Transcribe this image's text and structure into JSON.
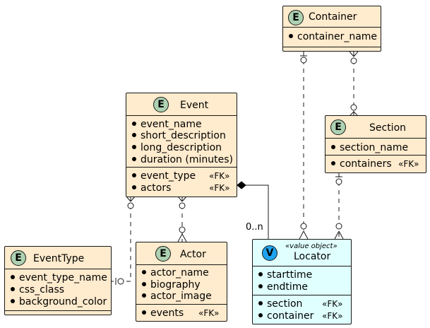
{
  "entities": {
    "container": {
      "badge": "E",
      "title": "Container",
      "attrs": [
        "container_name"
      ]
    },
    "section": {
      "badge": "E",
      "title": "Section",
      "attrs": [
        "section_name"
      ],
      "fks": [
        {
          "name": "containers",
          "tag": "«FK»"
        }
      ]
    },
    "event": {
      "badge": "E",
      "title": "Event",
      "attrs": [
        "event_name",
        "short_description",
        "long_description",
        "duration (minutes)"
      ],
      "fks": [
        {
          "name": "event_type",
          "tag": "«FK»"
        },
        {
          "name": "actors",
          "tag": "«FK»"
        }
      ]
    },
    "eventtype": {
      "badge": "E",
      "title": "EventType",
      "attrs": [
        "event_type_name",
        "css_class",
        "background_color"
      ]
    },
    "actor": {
      "badge": "E",
      "title": "Actor",
      "attrs": [
        "actor_name",
        "biography",
        "actor_image"
      ],
      "fks": [
        {
          "name": "events",
          "tag": "«FK»"
        }
      ]
    },
    "locator": {
      "badge": "V",
      "stereotype": "«value object»",
      "title": "Locator",
      "attrs": [
        "starttime",
        "endtime"
      ],
      "fks": [
        {
          "name": "section",
          "tag": "«FK»"
        },
        {
          "name": "container",
          "tag": "«FK»"
        }
      ]
    }
  },
  "multiplicities": {
    "event_locator": "0..n"
  },
  "colors": {
    "entity_fill": "#FFEBCD",
    "value_object_fill": "#E0FFFF",
    "entity_badge": "#ADD1B2",
    "value_object_badge": "#1EA3F0",
    "border": "#181818"
  }
}
